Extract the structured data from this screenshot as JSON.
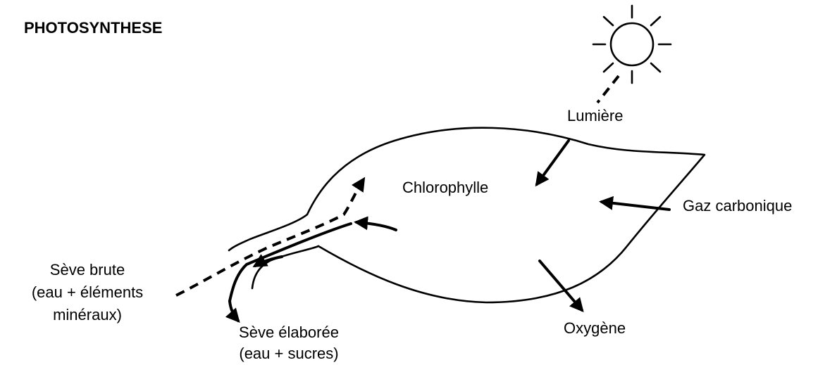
{
  "title": "PHOTOSYNTHESE",
  "labels": {
    "light": "Lumière",
    "chlorophyll": "Chlorophylle",
    "co2": "Gaz carbonique",
    "oxygen": "Oxygène",
    "raw_sap_line1": "Sève brute",
    "raw_sap_line2": "(eau + éléments",
    "raw_sap_line3": "minéraux)",
    "elaborated_sap_line1": "Sève élaborée",
    "elaborated_sap_line2": "(eau + sucres)"
  },
  "icons": [
    "sun-icon",
    "leaf-icon"
  ],
  "colors": {
    "ink": "#000000",
    "background": "#ffffff"
  }
}
